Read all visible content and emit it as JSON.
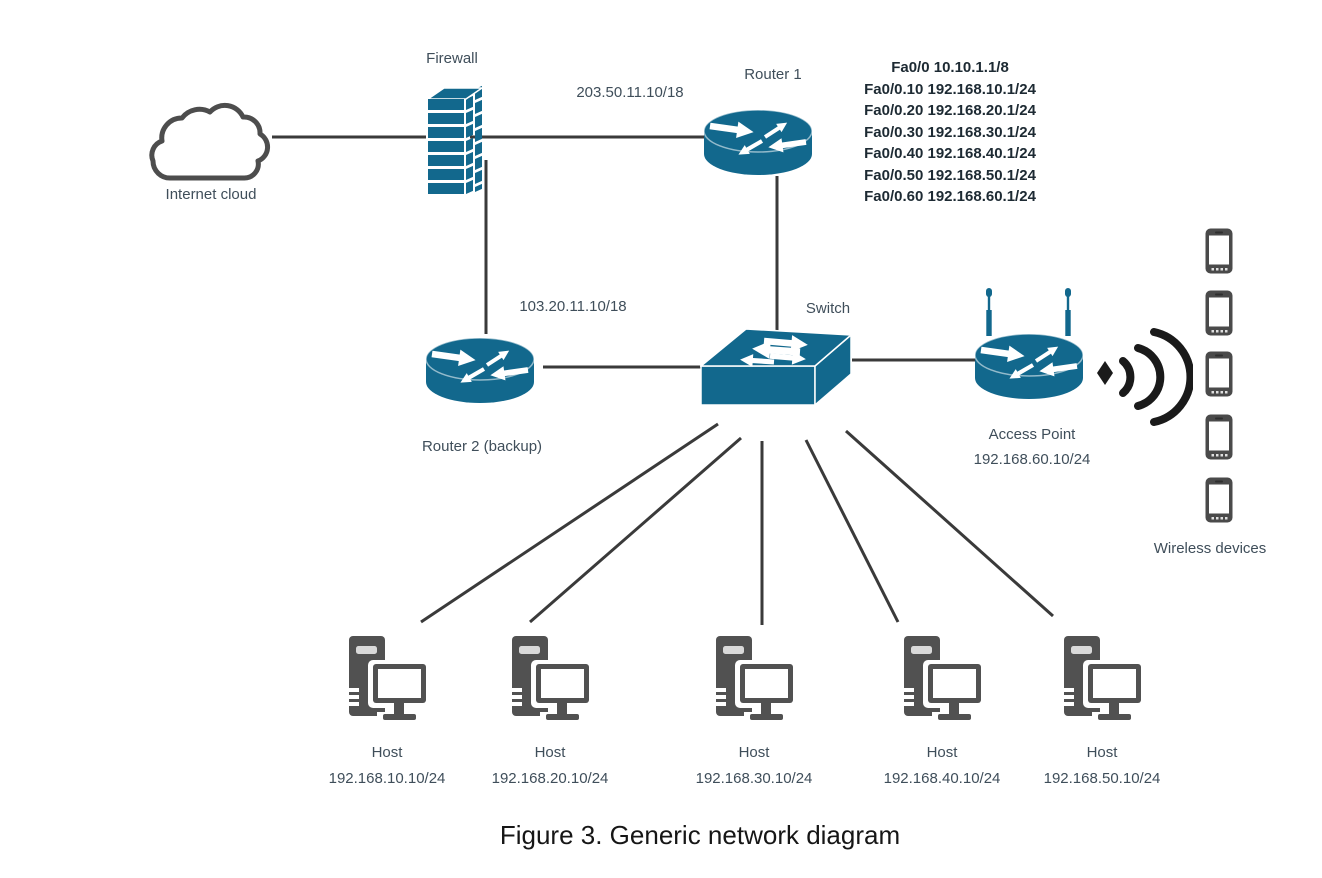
{
  "caption": "Figure 3. Generic network diagram",
  "colors": {
    "device_teal": "#12688D",
    "host_gray": "#515151",
    "line_dark": "#3a3a3a",
    "label_slate": "#3f4e5a"
  },
  "nodes": {
    "internet_cloud": {
      "label": "Internet cloud"
    },
    "firewall": {
      "label": "Firewall"
    },
    "router1": {
      "label": "Router 1",
      "interfaces": [
        "Fa0/0 10.10.1.1/8",
        "Fa0/0.10 192.168.10.1/24",
        "Fa0/0.20 192.168.20.1/24",
        "Fa0/0.30 192.168.30.1/24",
        "Fa0/0.40 192.168.40.1/24",
        "Fa0/0.50 192.168.50.1/24",
        "Fa0/0.60 192.168.60.1/24"
      ]
    },
    "router2": {
      "label": "Router 2 (backup)"
    },
    "switch": {
      "label": "Switch"
    },
    "access_point": {
      "label": "Access Point",
      "ip": "192.168.60.10/24"
    },
    "wireless_devices": {
      "label": "Wireless devices",
      "count": 5
    },
    "hosts": [
      {
        "label": "Host",
        "ip": "192.168.10.10/24"
      },
      {
        "label": "Host",
        "ip": "192.168.20.10/24"
      },
      {
        "label": "Host",
        "ip": "192.168.30.10/24"
      },
      {
        "label": "Host",
        "ip": "192.168.40.10/24"
      },
      {
        "label": "Host",
        "ip": "192.168.50.10/24"
      }
    ]
  },
  "links": {
    "firewall_router1": {
      "label": "203.50.11.10/18"
    },
    "firewall_router2": {
      "label": "103.20.11.10/18"
    }
  }
}
